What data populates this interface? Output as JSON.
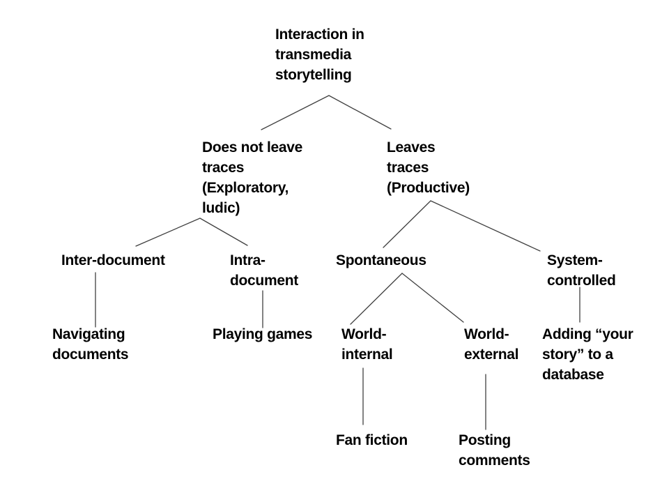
{
  "colors": {
    "background": "#ffffff",
    "text": "#000000",
    "line": "#404040"
  },
  "diagram": {
    "type": "tree",
    "root_label": "Interaction in transmedia storytelling"
  },
  "nodes": {
    "root": {
      "lines": [
        "Interaction in",
        "transmedia",
        "storytelling"
      ]
    },
    "no_traces": {
      "lines": [
        "Does not leave",
        "traces",
        "(Exploratory,",
        "ludic)"
      ]
    },
    "leaves_traces": {
      "lines": [
        "Leaves",
        "traces",
        "(Productive)"
      ]
    },
    "inter_document": {
      "lines": [
        "Inter-document"
      ]
    },
    "intra_document": {
      "lines": [
        "Intra-",
        "document"
      ]
    },
    "spontaneous": {
      "lines": [
        "Spontaneous"
      ]
    },
    "system_controlled": {
      "lines": [
        "System-",
        "controlled"
      ]
    },
    "navigating_documents": {
      "lines": [
        "Navigating",
        "documents"
      ]
    },
    "playing_games": {
      "lines": [
        "Playing games"
      ]
    },
    "world_internal": {
      "lines": [
        "World-",
        "internal"
      ]
    },
    "world_external": {
      "lines": [
        "World-",
        "external"
      ]
    },
    "adding_your_story": {
      "lines": [
        "Adding “your",
        "story” to a",
        "database"
      ]
    },
    "fan_fiction": {
      "lines": [
        "Fan fiction"
      ]
    },
    "posting_comments": {
      "lines": [
        "Posting",
        "comments"
      ]
    }
  },
  "edges": [
    {
      "from": "root",
      "to": "no_traces"
    },
    {
      "from": "root",
      "to": "leaves_traces"
    },
    {
      "from": "no_traces",
      "to": "inter_document"
    },
    {
      "from": "no_traces",
      "to": "intra_document"
    },
    {
      "from": "leaves_traces",
      "to": "spontaneous"
    },
    {
      "from": "leaves_traces",
      "to": "system_controlled"
    },
    {
      "from": "inter_document",
      "to": "navigating_documents"
    },
    {
      "from": "intra_document",
      "to": "playing_games"
    },
    {
      "from": "spontaneous",
      "to": "world_internal"
    },
    {
      "from": "spontaneous",
      "to": "world_external"
    },
    {
      "from": "system_controlled",
      "to": "adding_your_story"
    },
    {
      "from": "world_internal",
      "to": "fan_fiction"
    },
    {
      "from": "world_external",
      "to": "posting_comments"
    }
  ]
}
